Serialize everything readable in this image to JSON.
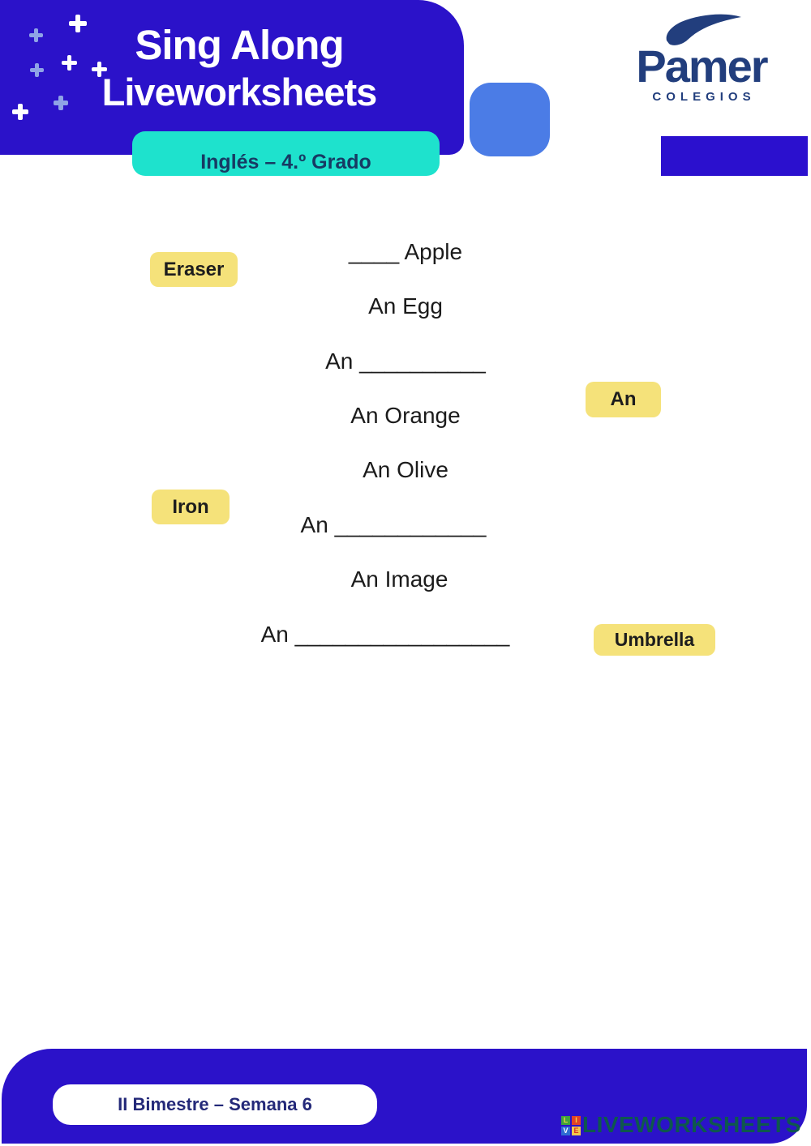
{
  "header": {
    "title_line1": "Sing Along",
    "title_line2": "Liveworksheets",
    "subject_banner": "Inglés – 4.º Grado",
    "colors": {
      "header_bg": "#2B12C9",
      "banner_bg": "#1EE2CD",
      "banner_text": "#173A63",
      "accent_square": "#4B7CE6",
      "accent_bar": "#2B10CE",
      "plus_light": "#8FA3E6",
      "plus_white": "#FFFFFF"
    }
  },
  "brand": {
    "name": "Pamer",
    "tagline": "COLEGIOS",
    "color": "#223E7D"
  },
  "worksheet": {
    "lines": [
      "____ Apple",
      "An Egg",
      "An __________",
      "An Orange",
      "An Olive",
      "An ____________",
      "An Image",
      "An _________________"
    ],
    "answer_chips": [
      {
        "label": "Eraser"
      },
      {
        "label": "An"
      },
      {
        "label": "Iron"
      },
      {
        "label": "Umbrella"
      }
    ],
    "chip_bg": "#F5E27A",
    "text_color": "#1B1B1B"
  },
  "footer": {
    "badge": "II Bimestre – Semana 6",
    "watermark": "LIVEWORKSHEETS",
    "logo_letters": {
      "tl": "L",
      "tr": "I",
      "bl": "V",
      "br": "E"
    },
    "colors": {
      "footer_bg": "#2B12C9",
      "badge_text": "#242979",
      "watermark_text": "#0E584D"
    }
  }
}
